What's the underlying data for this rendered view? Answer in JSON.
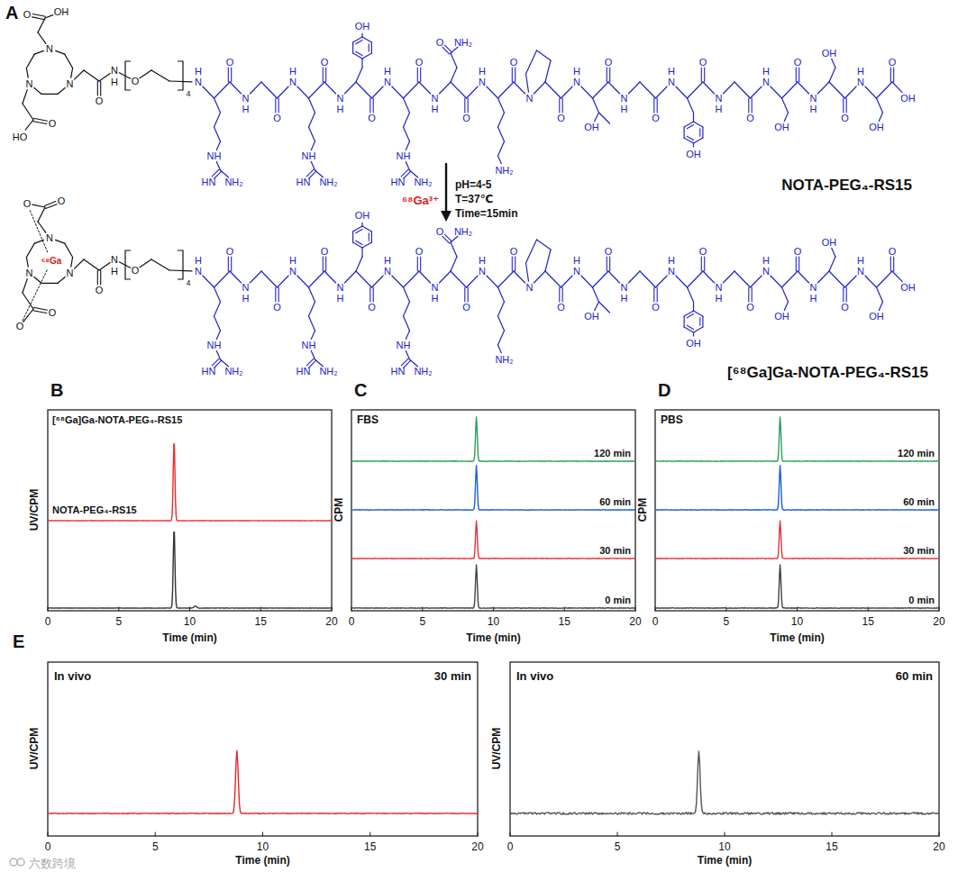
{
  "diagram": {
    "labels": [
      "A",
      "OH",
      "O",
      "N",
      "N",
      "N",
      "HO",
      "O",
      "O",
      "N",
      "H",
      "O",
      "4",
      "N",
      "H",
      "O",
      "NH",
      "HN",
      "NH₂",
      "N",
      "H",
      "O",
      "N",
      "H",
      "O",
      "NH",
      "HN",
      "NH₂",
      "N",
      "H",
      "O",
      "OH",
      "N",
      "H",
      "O",
      "NH",
      "HN",
      "NH₂",
      "N",
      "H",
      "O",
      "O",
      "NH₂",
      "N",
      "H",
      "O",
      "NH₂",
      "N",
      "O",
      "N",
      "H",
      "O",
      "OH",
      "N",
      "H",
      "O",
      "N",
      "H",
      "O",
      "OH",
      "N",
      "H",
      "O",
      "N",
      "H",
      "O",
      "OH",
      "N",
      "H",
      "O",
      "OH",
      "N",
      "H",
      "O",
      "OH",
      "OH",
      "NOTA-PEG₄-RS15",
      "⁶⁸Ga³⁺",
      "pH=4-5",
      "T=37℃",
      "Time=15min",
      "O",
      "O",
      "N",
      "N",
      "N",
      "⁶⁸Ga",
      "O",
      "O",
      "O",
      "N",
      "H",
      "O",
      "4",
      "N",
      "H",
      "O",
      "NH",
      "HN",
      "NH₂",
      "N",
      "H",
      "O",
      "N",
      "H",
      "O",
      "NH",
      "HN",
      "NH₂",
      "N",
      "H",
      "O",
      "OH",
      "N",
      "H",
      "O",
      "NH",
      "HN",
      "NH₂",
      "N",
      "H",
      "O",
      "O",
      "NH₂",
      "N",
      "H",
      "O",
      "NH₂",
      "N",
      "O",
      "N",
      "H",
      "O",
      "OH",
      "N",
      "H",
      "O",
      "N",
      "H",
      "O",
      "OH",
      "N",
      "H",
      "O",
      "N",
      "H",
      "O",
      "OH",
      "N",
      "H",
      "O",
      "OH",
      "N",
      "H",
      "O",
      "OH",
      "OH",
      "[⁶⁸Ga]Ga-NOTA-PEG₄-RS15",
      "B",
      "[⁶⁸Ga]Ga-NOTA-PEG₄-RS15",
      "NOTA-PEG₄-RS15",
      "UV/CPM",
      "0",
      "5",
      "10",
      "15",
      "20",
      "Time (min)",
      "C",
      "FBS",
      "120 min",
      "60 min",
      "30 min",
      "0 min",
      "CPM",
      "0",
      "5",
      "10",
      "15",
      "20",
      "Time (min)",
      "D",
      "PBS",
      "120 min",
      "60 min",
      "30 min",
      "0 min",
      "CPM",
      "0",
      "5",
      "10",
      "15",
      "20",
      "Time (min)",
      "E",
      "In vivo",
      "30 min",
      "UV/CPM",
      "0",
      "5",
      "10",
      "15",
      "20",
      "Time (min)",
      "In vivo",
      "60 min",
      "UV/CPM",
      "0",
      "5",
      "10",
      "15",
      "20",
      "Time (min)",
      "六数跨境"
    ]
  }
}
